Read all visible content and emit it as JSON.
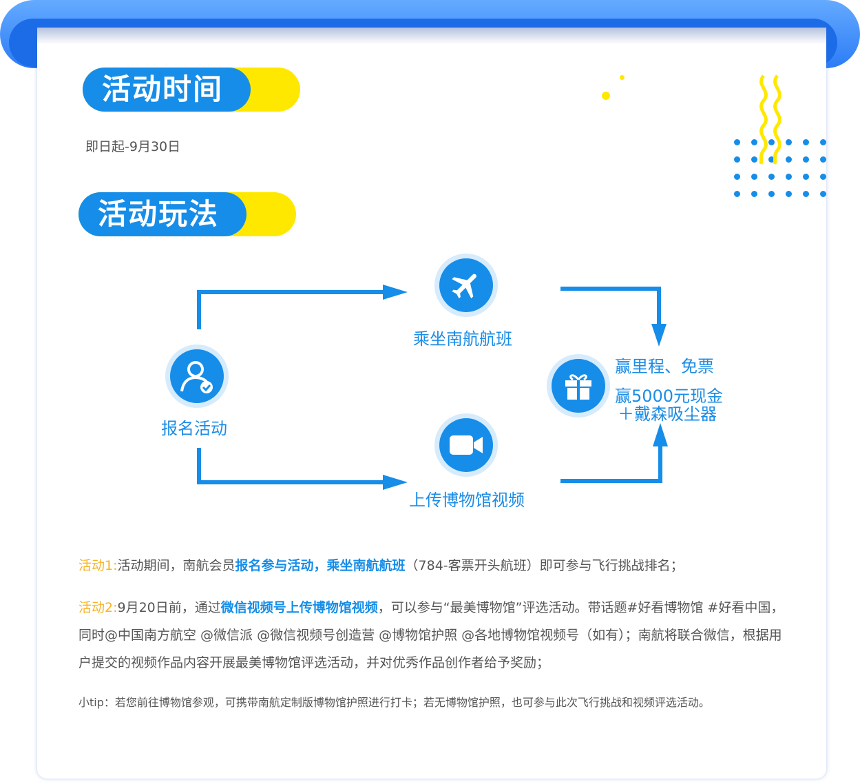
{
  "section_time": {
    "title": "活动时间",
    "date": "即日起-9月30日"
  },
  "section_play": {
    "title": "活动玩法"
  },
  "flow": {
    "signup": "报名活动",
    "fly": "乘坐南航航班",
    "upload": "上传博物馆视频",
    "reward_line1": "赢里程、免票",
    "reward_line2": "赢5000元现金",
    "reward_line3": "＋戴森吸尘器"
  },
  "activity1": {
    "label": "活动1:",
    "text1": "活动期间，南航会员",
    "highlight": "报名参与活动，乘坐南航航班",
    "text2": "（784-客票开头航班）即可参与飞行挑战排名；"
  },
  "activity2": {
    "label": "活动2:",
    "text1": "9月20日前，通过",
    "highlight": "微信视频号上传博物馆视频",
    "text2": "，可以参与“最美博物馆”评选活动。带话题#好看博物馆 #好看中国，同时@中国南方航空 @微信派 @微信视频号创造营 @博物馆护照 @各地博物馆视频号（如有）；南航将联合微信，根据用户提交的视频作品内容开展最美博物馆评选活动，并对优秀作品创作者给予奖励；"
  },
  "tip": "小tip：若您前往博物馆参观，可携带南航定制版博物馆护照进行打卡；若无博物馆护照，也可参与此次飞行挑战和视频评选活动。",
  "colors": {
    "primary": "#168de8",
    "yellow": "#ffe800",
    "orange": "#f7b323"
  }
}
